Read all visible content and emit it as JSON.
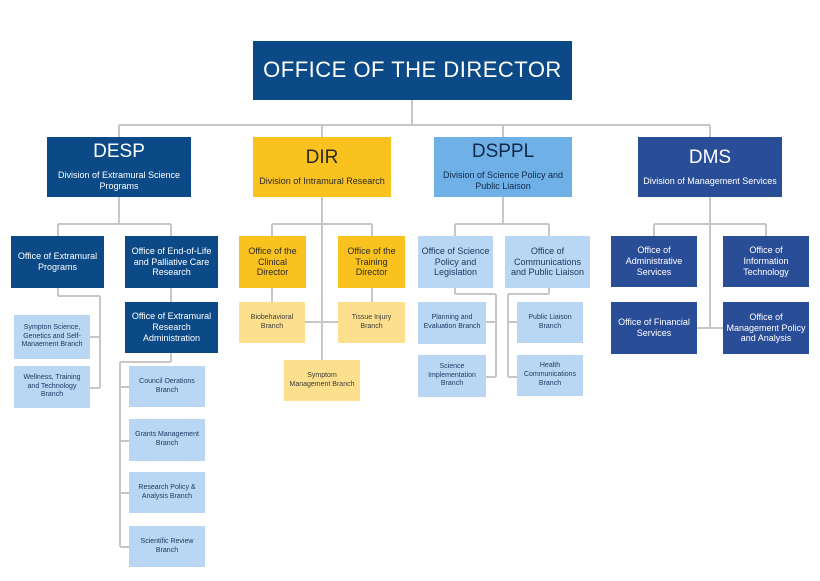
{
  "director": "OFFICE OF THE DIRECTOR",
  "divisions": {
    "desp": {
      "acronym": "DESP",
      "name": "Division of Extramural Science Programs"
    },
    "dir": {
      "acronym": "DIR",
      "name": "Division of Intramural Research"
    },
    "dsppl": {
      "acronym": "DSPPL",
      "name": "Division of Science Policy and Public Liaison"
    },
    "dms": {
      "acronym": "DMS",
      "name": "Division of Management Services"
    }
  },
  "desp": {
    "office_extramural_programs": "Office of Extramural Programs",
    "office_end_of_life": "Office of End-of-Life and Palliative Care Research",
    "office_research_admin": "Office of Extramural Research Administration",
    "branch_symptom_science": "Sympton Science, Genetics and Self-Manaement Branch",
    "branch_wellness": "Wellness, Training and Technology Branch",
    "branch_council": "Council Oerations Branch",
    "branch_grants": "Grants Management Branch",
    "branch_research_policy": "Research Policy & Analysis Branch",
    "branch_scientific_review": "Scientific Review Branch"
  },
  "dir": {
    "office_clinical_director": "Office of the Clinical Director",
    "office_training_director": "Office of the Training Director",
    "branch_biobehavioral": "Biobehavioral Branch",
    "branch_tissue_injury": "Tissue Injury Branch",
    "branch_symptom_management": "Symptom Management Branch"
  },
  "dsppl": {
    "office_science_policy": "Office of Science Policy and Legislation",
    "office_communications": "Office of Communications and Public Liaison",
    "branch_planning": "Planning and Evaluation Branch",
    "branch_science_implementation": "Science Implementation Branch",
    "branch_public_liaison": "Public Liaison Branch",
    "branch_health_communications": "Health Communications Branch"
  },
  "dms": {
    "office_administrative": "Office of Administrative Services",
    "office_it": "Office of Information Technology",
    "office_financial": "Office of Financial Services",
    "office_management_policy": "Office of Management Policy and Analysis"
  },
  "colors": {
    "navy": "#0b4a86",
    "indigo": "#2a4d98",
    "gold": "#f9c21e",
    "sky": "#6fb0e7",
    "pale_blue": "#b9d6f2",
    "pale_gold": "#fde08d",
    "connector": "#c7c7c7"
  }
}
